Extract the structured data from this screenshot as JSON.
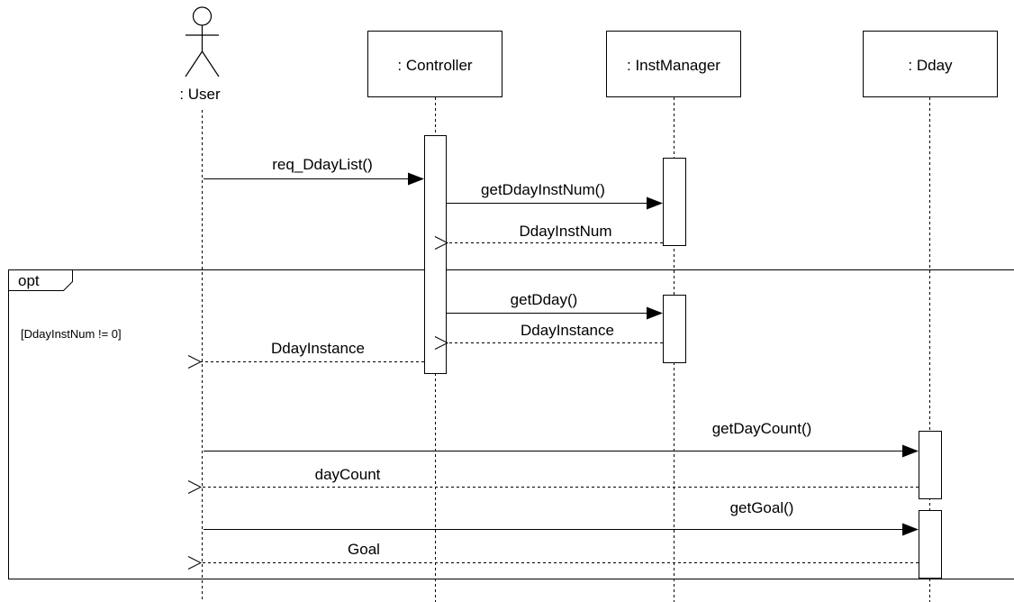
{
  "diagram": {
    "type": "sequence-diagram",
    "actor": {
      "label": ": User"
    },
    "objects": [
      {
        "label": ": Controller"
      },
      {
        "label": ": InstManager"
      },
      {
        "label": ": Dday"
      }
    ],
    "fragment": {
      "operator": "opt",
      "guard": "[DdayInstNum != 0]"
    },
    "messages": [
      {
        "label": "req_DdayList()",
        "from": "User",
        "to": "Controller",
        "kind": "call"
      },
      {
        "label": "getDdayInstNum()",
        "from": "Controller",
        "to": "InstManager",
        "kind": "call"
      },
      {
        "label": "DdayInstNum",
        "from": "InstManager",
        "to": "Controller",
        "kind": "return"
      },
      {
        "label": "getDday()",
        "from": "Controller",
        "to": "InstManager",
        "kind": "call"
      },
      {
        "label": "DdayInstance",
        "from": "InstManager",
        "to": "Controller",
        "kind": "return"
      },
      {
        "label": "DdayInstance",
        "from": "Controller",
        "to": "User",
        "kind": "return"
      },
      {
        "label": "getDayCount()",
        "from": "User",
        "to": "Dday",
        "kind": "call"
      },
      {
        "label": "dayCount",
        "from": "Dday",
        "to": "User",
        "kind": "return"
      },
      {
        "label": "getGoal()",
        "from": "User",
        "to": "Dday",
        "kind": "call"
      },
      {
        "label": "Goal",
        "from": "Dday",
        "to": "User",
        "kind": "return"
      }
    ]
  }
}
